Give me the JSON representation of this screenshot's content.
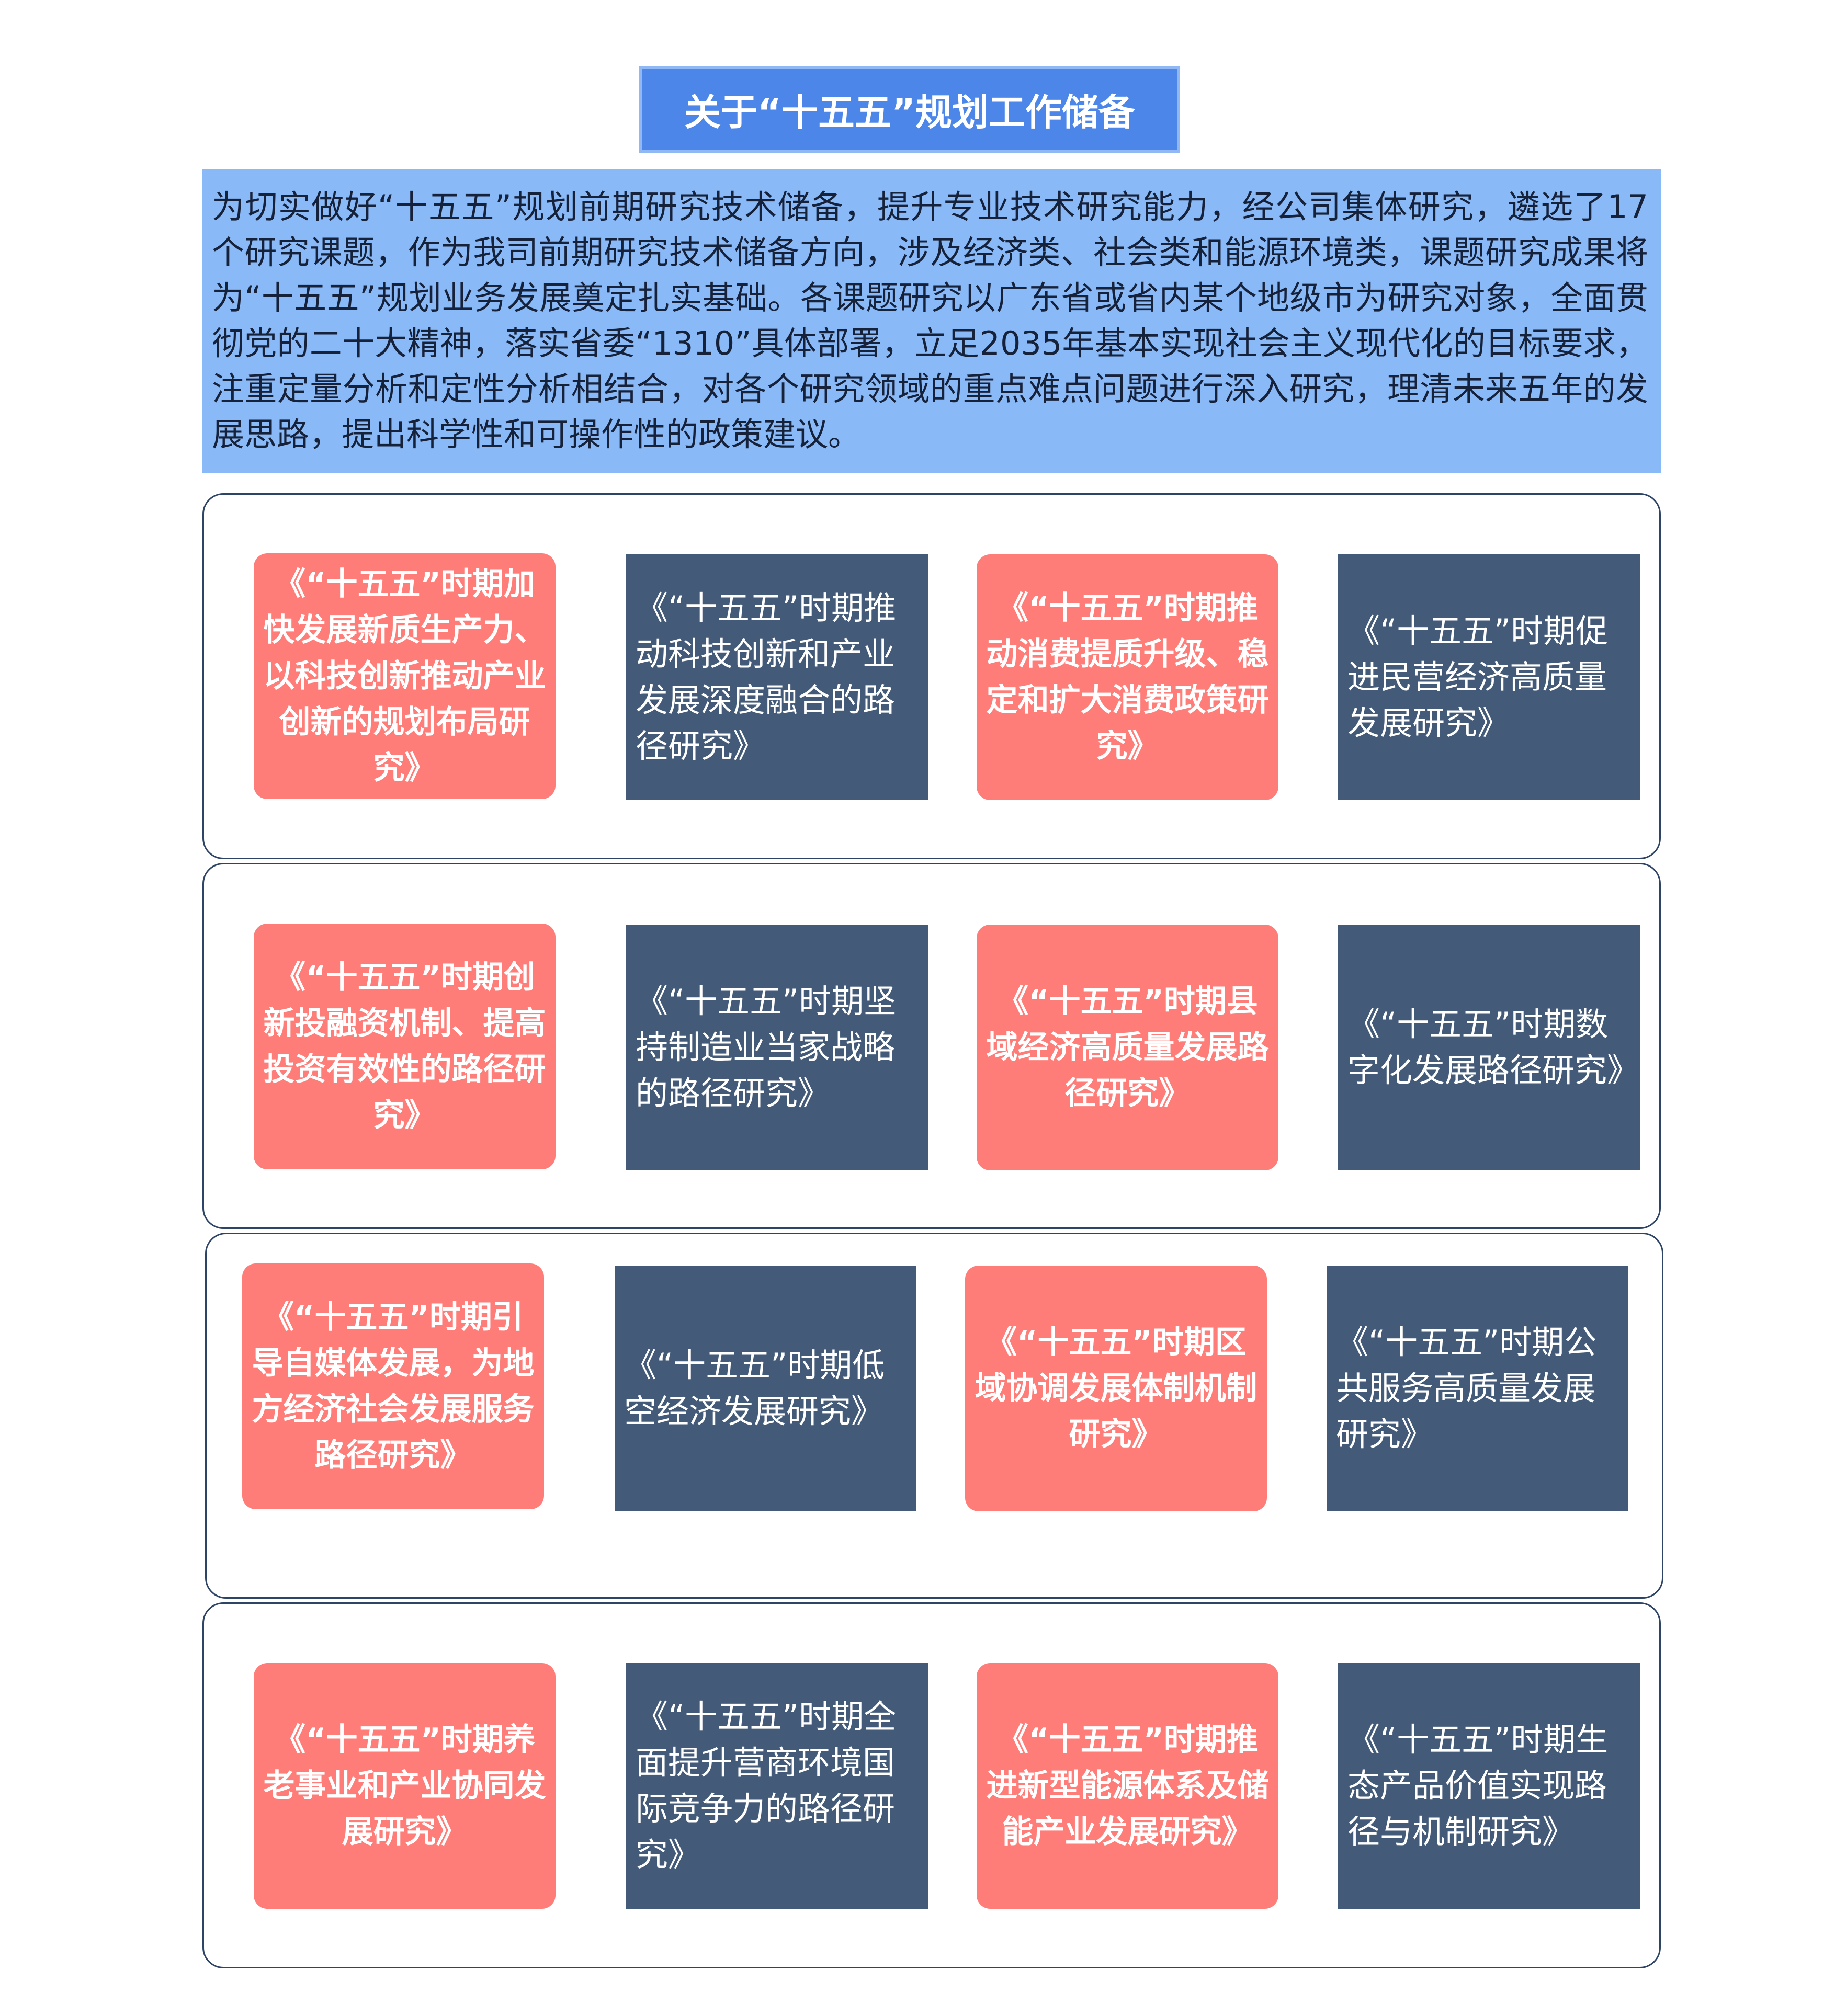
{
  "title": "关于“十五五”规划工作储备",
  "intro": "为切实做好“十五五”规划前期研究技术储备，提升专业技术研究能力，经公司集体研究，遴选了17个研究课题，作为我司前期研究技术储备方向，涉及经济类、社会类和能源环境类，课题研究成果将为“十五五”规划业务发展奠定扎实基础。各课题研究以广东省或省内某个地级市为研究对象，全面贯彻党的二十大精神，落实省委“1310”具体部署，立足2035年基本实现社会主义现代化的目标要求，注重定量分析和定性分析相结合，对各个研究领域的重点难点问题进行深入研究，理清未来五年的发展思路，提出科学性和可操作性的政策建议。",
  "groups": [
    {
      "topics": [
        {
          "text": "《“十五五”时期加快发展新质生产力、以科技创新推动产业创新的规划布局研究》",
          "style": "red"
        },
        {
          "text": "《“十五五”时期推动科技创新和产业发展深度融合的路径研究》",
          "style": "dark"
        },
        {
          "text": "《“十五五”时期推动消费提质升级、稳定和扩大消费政策研究》",
          "style": "red"
        },
        {
          "text": "《“十五五”时期促进民营经济高质量发展研究》",
          "style": "dark"
        }
      ]
    },
    {
      "topics": [
        {
          "text": "《“十五五”时期创新投融资机制、提高投资有效性的路径研究》",
          "style": "red"
        },
        {
          "text": "《“十五五”时期坚持制造业当家战略的路径研究》",
          "style": "dark"
        },
        {
          "text": "《“十五五”时期县域经济高质量发展路径研究》",
          "style": "red"
        },
        {
          "text": "《“十五五”时期数字化发展路径研究》",
          "style": "dark"
        }
      ]
    },
    {
      "topics": [
        {
          "text": "《“十五五”时期引导自媒体发展，为地方经济社会发展服务路径研究》",
          "style": "red"
        },
        {
          "text": "《“十五五”时期低空经济发展研究》",
          "style": "dark"
        },
        {
          "text": "《“十五五”时期区域协调发展体制机制研究》",
          "style": "red"
        },
        {
          "text": "《“十五五”时期公共服务高质量发展研究》",
          "style": "dark"
        }
      ]
    },
    {
      "topics": [
        {
          "text": "《“十五五”时期养老事业和产业协同发展研究》",
          "style": "red"
        },
        {
          "text": "《“十五五”时期全面提升营商环境国际竞争力的路径研究》",
          "style": "dark"
        },
        {
          "text": "《“十五五”时期推进新型能源体系及储能产业发展研究》",
          "style": "red"
        },
        {
          "text": "《“十五五”时期生态产品价值实现路径与机制研究》",
          "style": "dark"
        }
      ]
    }
  ]
}
